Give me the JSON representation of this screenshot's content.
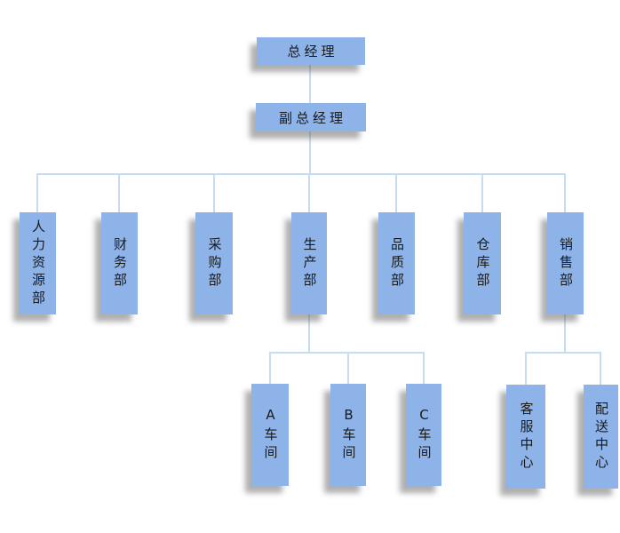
{
  "org": {
    "ceo": {
      "label": "总经理"
    },
    "vice_ceo": {
      "label": "副总经理"
    },
    "departments": [
      {
        "label": "人力资源部"
      },
      {
        "label": "财务部"
      },
      {
        "label": "采购部"
      },
      {
        "label": "生产部"
      },
      {
        "label": "品质部"
      },
      {
        "label": "仓库部"
      },
      {
        "label": "销售部"
      }
    ],
    "production_children": [
      {
        "label": "A车间"
      },
      {
        "label": "B车间"
      },
      {
        "label": "C车间"
      }
    ],
    "sales_children": [
      {
        "label": "客服中心"
      },
      {
        "label": "配送中心"
      }
    ]
  },
  "colors": {
    "node_fill": "#8db3e8",
    "connector": "#c5dcf3",
    "text": "#1a1a1a"
  }
}
